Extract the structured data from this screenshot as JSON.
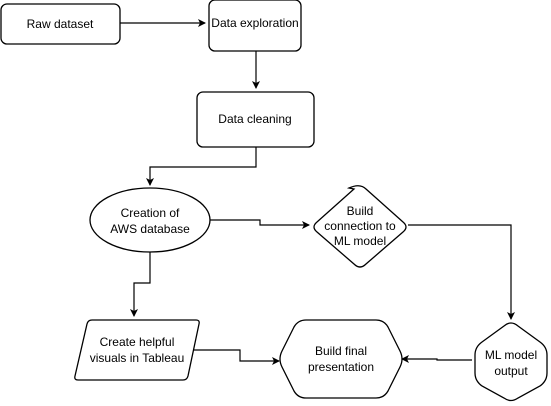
{
  "diagram": {
    "nodes": [
      {
        "id": "raw",
        "lines": [
          "Raw dataset"
        ],
        "shape": "rounded-rect"
      },
      {
        "id": "explore",
        "lines": [
          "Data exploration"
        ],
        "shape": "rounded-rect"
      },
      {
        "id": "clean",
        "lines": [
          "Data cleaning"
        ],
        "shape": "rounded-rect"
      },
      {
        "id": "aws",
        "lines": [
          "Creation of",
          "AWS database"
        ],
        "shape": "ellipse"
      },
      {
        "id": "ml_conn",
        "lines": [
          "Build",
          "connection to",
          "ML model"
        ],
        "shape": "rounded-diamond"
      },
      {
        "id": "tableau",
        "lines": [
          "Create helpful",
          "visuals in Tableau"
        ],
        "shape": "parallelogram"
      },
      {
        "id": "final",
        "lines": [
          "Build final",
          "presentation"
        ],
        "shape": "rounded-hexagon"
      },
      {
        "id": "ml_out",
        "lines": [
          "ML model",
          "output"
        ],
        "shape": "rounded-hexagon-vertical"
      }
    ],
    "edges": [
      {
        "from": "raw",
        "to": "explore"
      },
      {
        "from": "explore",
        "to": "clean"
      },
      {
        "from": "clean",
        "to": "aws"
      },
      {
        "from": "aws",
        "to": "ml_conn"
      },
      {
        "from": "aws",
        "to": "tableau"
      },
      {
        "from": "ml_conn",
        "to": "ml_out"
      },
      {
        "from": "tableau",
        "to": "final"
      },
      {
        "from": "ml_out",
        "to": "final"
      }
    ]
  }
}
